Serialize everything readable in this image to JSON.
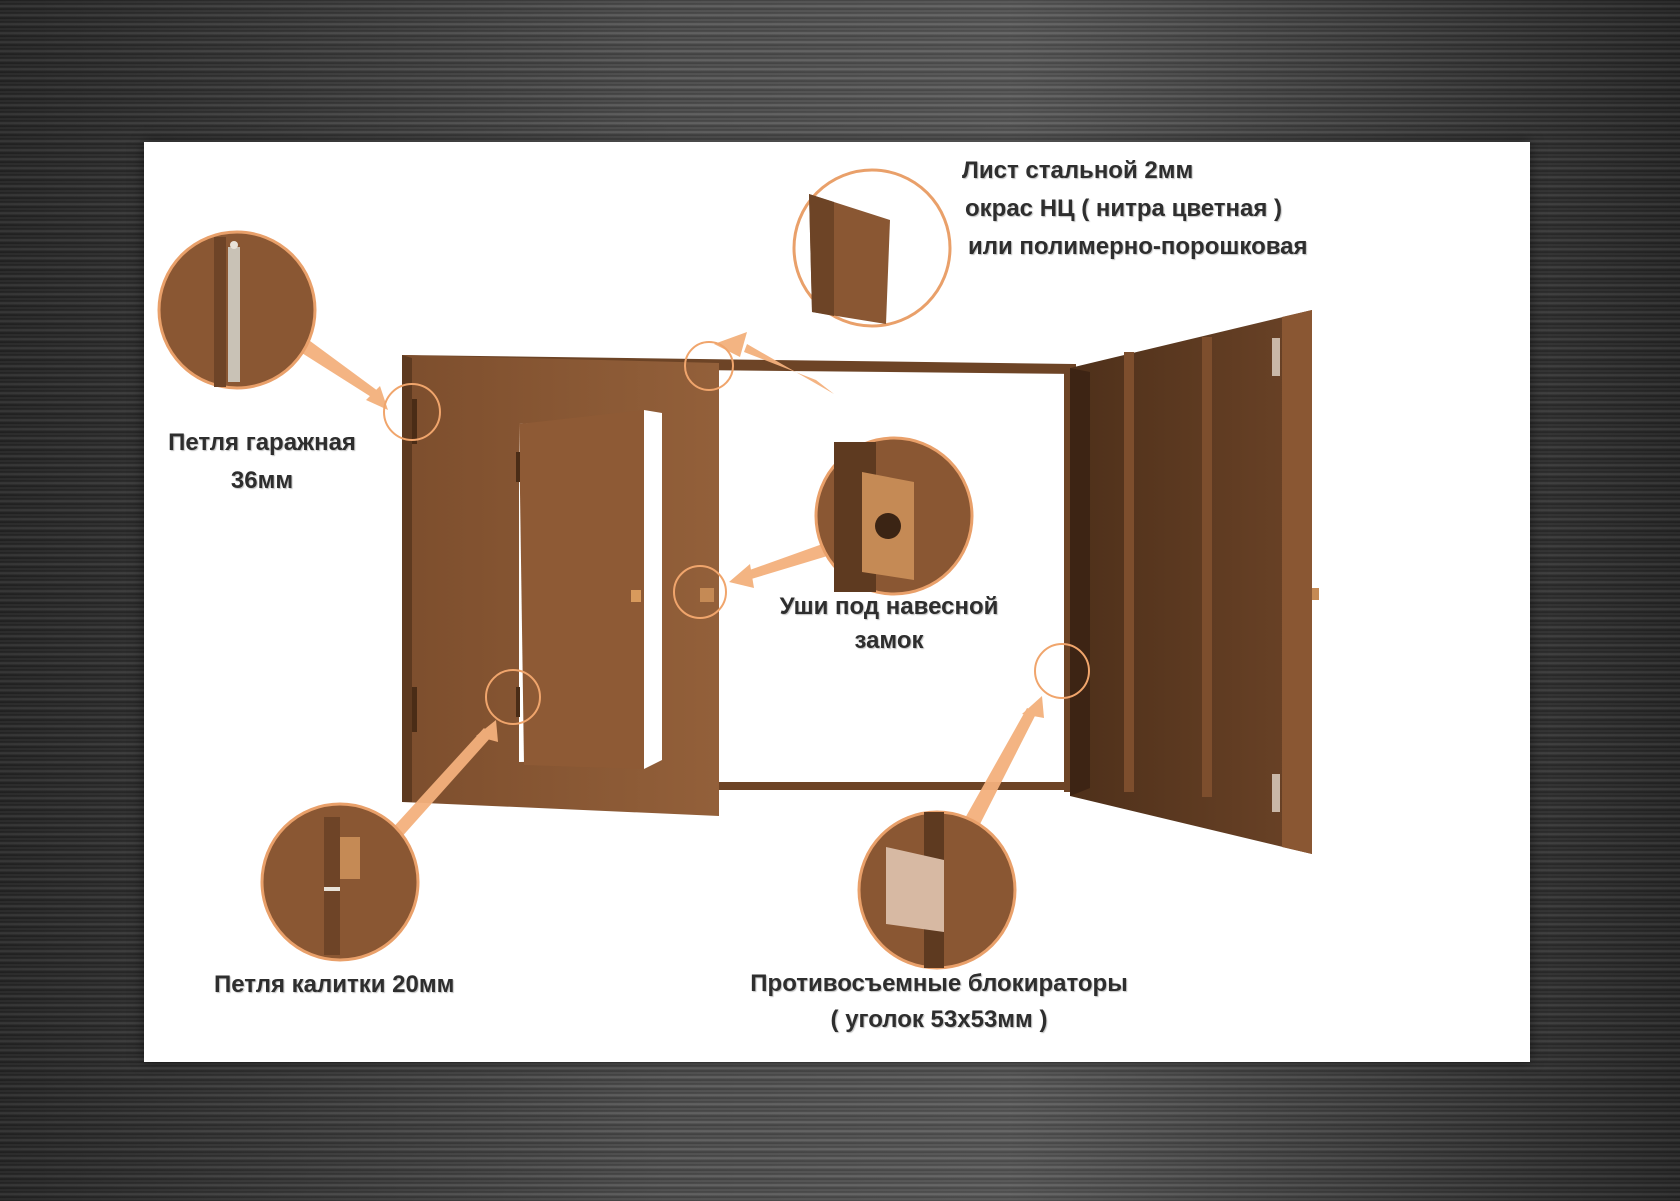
{
  "labels": {
    "sheet": {
      "line1": "Лист стальной 2мм",
      "line2": "окрас НЦ ( нитра цветная )",
      "line3": "или полимерно-порошковая"
    },
    "garage_hinge": {
      "line1": "Петля гаражная",
      "line2": "36мм"
    },
    "lock_ears": {
      "line1": "Уши под навесной",
      "line2": "замок"
    },
    "wicket_hinge": {
      "line1": "Петля калитки 20мм"
    },
    "anti_removal": {
      "line1": "Противосъемные блокираторы",
      "line2": "( уголок 53х53мм )"
    }
  },
  "colors": {
    "door": "#8a5733",
    "door_dark": "#5e3a20",
    "door_light": "#a06a42",
    "callout": "#f3b07c",
    "callout_ring": "#e9a06a",
    "panel": "#ffffff"
  }
}
